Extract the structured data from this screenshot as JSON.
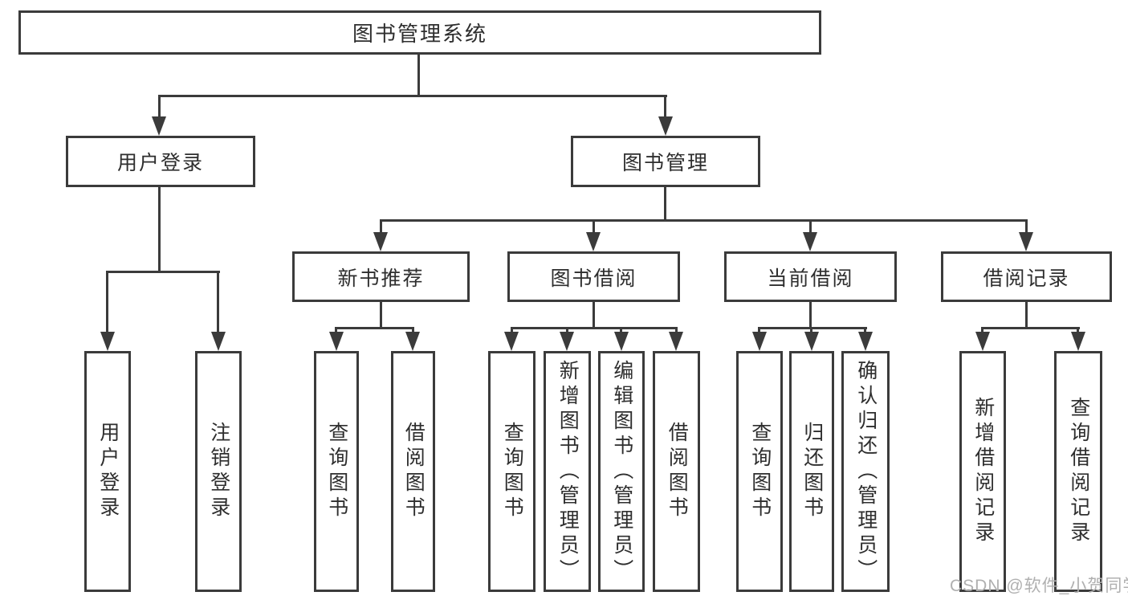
{
  "diagram": {
    "root": {
      "label": "图书管理系统"
    },
    "branches": [
      {
        "label": "用户登录",
        "children": [
          {
            "label": "用户登录"
          },
          {
            "label": "注销登录"
          }
        ]
      },
      {
        "label": "图书管理",
        "children": [
          {
            "label": "新书推荐",
            "children": [
              {
                "label": "查询图书"
              },
              {
                "label": "借阅图书"
              }
            ]
          },
          {
            "label": "图书借阅",
            "children": [
              {
                "label": "查询图书"
              },
              {
                "label": "新增图书（管理员）"
              },
              {
                "label": "编辑图书（管理员）"
              },
              {
                "label": "借阅图书"
              }
            ]
          },
          {
            "label": "当前借阅",
            "children": [
              {
                "label": "查询图书"
              },
              {
                "label": "归还图书"
              },
              {
                "label": "确认归还（管理员）"
              }
            ]
          },
          {
            "label": "借阅记录",
            "children": [
              {
                "label": "新增借阅记录"
              },
              {
                "label": "查询借阅记录"
              }
            ]
          }
        ]
      }
    ],
    "colors": {
      "line": "#3b3b3b",
      "text": "#2e2e2e",
      "watermark": "#b0b0b0",
      "background": "#ffffff"
    }
  },
  "watermark": {
    "text": "CSDN @软件_小贺同学"
  }
}
